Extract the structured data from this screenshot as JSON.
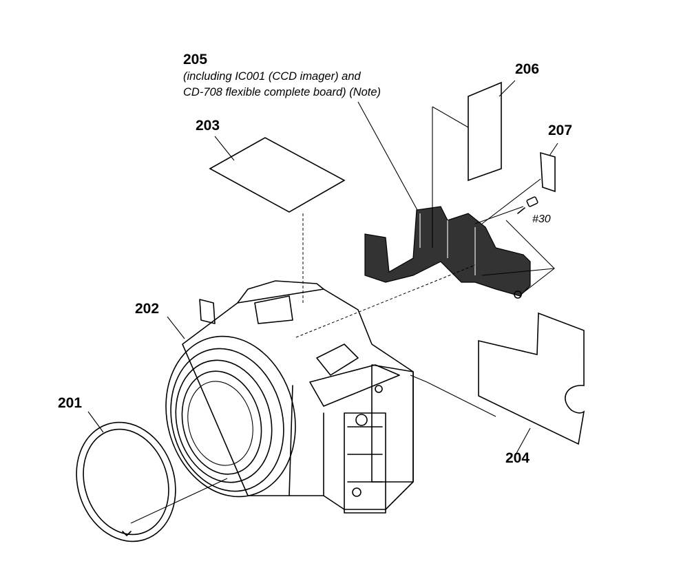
{
  "labels": {
    "p201": "201",
    "p202": "202",
    "p203": "203",
    "p204": "204",
    "p205": "205",
    "p206": "206",
    "p207": "207"
  },
  "note_205_line1": "(including IC001 (CCD imager) and",
  "note_205_line2": "CD-708 flexible complete board) (Note)",
  "screw_label": "#30",
  "colors": {
    "line": "#000000",
    "background": "#ffffff",
    "shading": "#333333"
  }
}
